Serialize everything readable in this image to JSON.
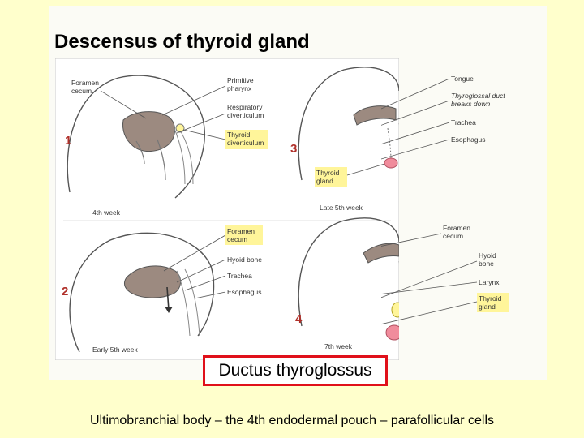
{
  "title": "Descensus of thyroid gland",
  "callout": "Ductus thyroglossus",
  "caption": "Ultimobranchial body – the 4th endodermal pouch – parafollicular cells",
  "colors": {
    "background": "#ffffcc",
    "callout_border": "#e0101a",
    "highlight": "#fff59a",
    "tissue": "#9c8a80",
    "gland": "#f08c9c",
    "stage_number": "#b0302a"
  },
  "figure": {
    "panels": [
      {
        "number": "1",
        "stage": "4th week",
        "labels": [
          {
            "text": "Foramen",
            "highlight": false
          },
          {
            "text": "cecum",
            "highlight": false
          },
          {
            "text": "Primitive",
            "highlight": false
          },
          {
            "text": "pharynx",
            "highlight": false
          },
          {
            "text": "Respiratory",
            "highlight": false
          },
          {
            "text": "diverticulum",
            "highlight": false
          },
          {
            "text": "Thyroid",
            "highlight": true
          },
          {
            "text": "diverticulum",
            "highlight": true
          }
        ]
      },
      {
        "number": "2",
        "stage": "Early 5th week",
        "labels": [
          {
            "text": "Foramen",
            "highlight": true
          },
          {
            "text": "cecum",
            "highlight": true
          },
          {
            "text": "Hyoid bone",
            "highlight": false
          },
          {
            "text": "Trachea",
            "highlight": false
          },
          {
            "text": "Esophagus",
            "highlight": false
          }
        ]
      },
      {
        "number": "3",
        "stage": "Late 5th week",
        "labels": [
          {
            "text": "Tongue",
            "highlight": false
          },
          {
            "text": "Thyroglossal duct",
            "highlight": false
          },
          {
            "text": "breaks down",
            "highlight": false
          },
          {
            "text": "Trachea",
            "highlight": false
          },
          {
            "text": "Esophagus",
            "highlight": false
          },
          {
            "text": "Thyroid",
            "highlight": true
          },
          {
            "text": "gland",
            "highlight": true
          }
        ]
      },
      {
        "number": "4",
        "stage": "7th week",
        "labels": [
          {
            "text": "Foramen",
            "highlight": false
          },
          {
            "text": "cecum",
            "highlight": false
          },
          {
            "text": "Hyoid",
            "highlight": false
          },
          {
            "text": "bone",
            "highlight": false
          },
          {
            "text": "Larynx",
            "highlight": false
          },
          {
            "text": "Thyroid",
            "highlight": true
          },
          {
            "text": "gland",
            "highlight": true
          }
        ]
      }
    ]
  }
}
